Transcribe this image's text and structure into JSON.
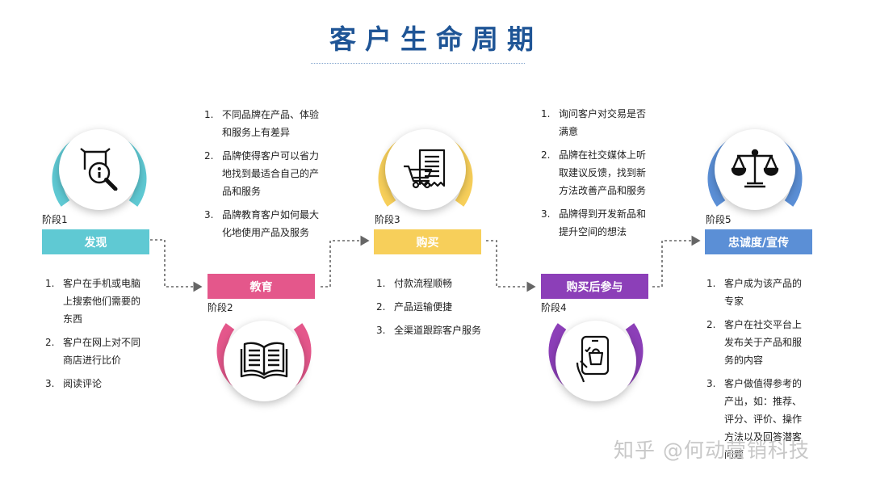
{
  "title": "客户生命周期",
  "colors": {
    "title": "#1f5596",
    "discover": "#5fc9d3",
    "educate": "#e4578b",
    "purchase": "#f7cf5a",
    "post_purchase": "#8c3fb8",
    "loyalty": "#5b8fd6",
    "arrow": "#666666"
  },
  "stages": [
    {
      "stage_label": "阶段1",
      "name": "发现",
      "icon": "magnifier-icon",
      "items": [
        "客户在手机或电脑上搜索他们需要的东西",
        "客户在网上对不同商店进行比价",
        "阅读评论"
      ]
    },
    {
      "stage_label": "阶段2",
      "name": "教育",
      "icon": "open-book-icon",
      "items": [
        "不同品牌在产品、体验和服务上有差异",
        "品牌使得客户可以省力地找到最适合自己的产品和服务",
        "品牌教育客户如何最大化地使用产品及服务"
      ]
    },
    {
      "stage_label": "阶段3",
      "name": "购买",
      "icon": "shopping-cart-receipt-icon",
      "items": [
        "付款流程顺畅",
        "产品运输便捷",
        "全渠道跟踪客户服务"
      ]
    },
    {
      "stage_label": "阶段4",
      "name": "购买后参与",
      "icon": "phone-shopping-bag-icon",
      "items": [
        "询问客户对交易是否满意",
        "品牌在社交媒体上听取建议反馈，找到新方法改善产品和服务",
        "品牌得到开发新品和提升空间的想法"
      ]
    },
    {
      "stage_label": "阶段5",
      "name": "忠诚度/宣传",
      "icon": "balance-scale-icon",
      "items": [
        "客户成为该产品的专家",
        "客户在社交平台上发布关于产品和服务的内容",
        "客户做值得参考的产出，如：推荐、评分、评价、操作方法以及回答潜客问题"
      ]
    }
  ],
  "watermark": "知乎 @何动营销科技"
}
